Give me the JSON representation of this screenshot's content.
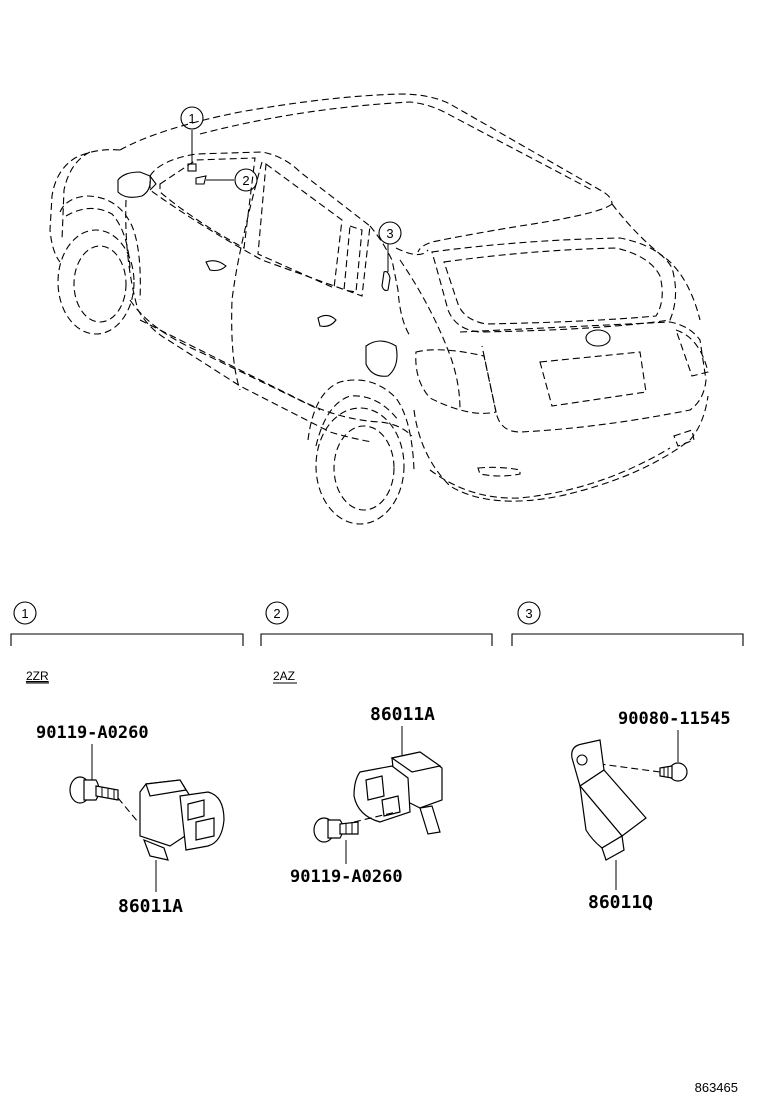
{
  "callouts": {
    "c1": "1",
    "c2": "2",
    "c3": "3"
  },
  "sections": [
    {
      "number": "1",
      "engine": "2ZR",
      "parts": {
        "bolt": "90119-A0260",
        "sensor": "86011A"
      }
    },
    {
      "number": "2",
      "engine": "2AZ",
      "parts": {
        "sensor": "86011A",
        "bolt": "90119-A0260"
      }
    },
    {
      "number": "3",
      "engine": "",
      "parts": {
        "screw": "90080-11545",
        "module": "86011Q"
      }
    }
  ],
  "reference_number": "863465"
}
